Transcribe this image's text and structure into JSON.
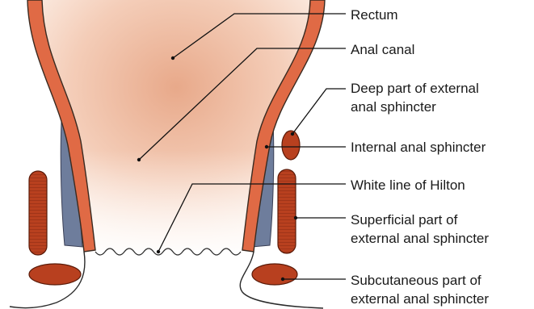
{
  "colors": {
    "mucosa_light": "#fbeee6",
    "mucosa_dark": "#e2a080",
    "wall": "#e06a45",
    "wall_outline": "#3a2a20",
    "internal_sphincter": "#6e7d9c",
    "muscle": "#b8401f",
    "muscle_stripe": "#7a2410"
  },
  "labels": {
    "rectum": "Rectum",
    "anal_canal": "Anal canal",
    "deep_line1": "Deep part of external",
    "deep_line2": "anal sphincter",
    "internal": "Internal anal sphincter",
    "hilton": "White line of Hilton",
    "superficial_line1": "Superficial part of",
    "superficial_line2": "external anal sphincter",
    "subcutaneous_line1": "Subcutaneous part of",
    "subcutaneous_line2": "external anal sphincter"
  }
}
